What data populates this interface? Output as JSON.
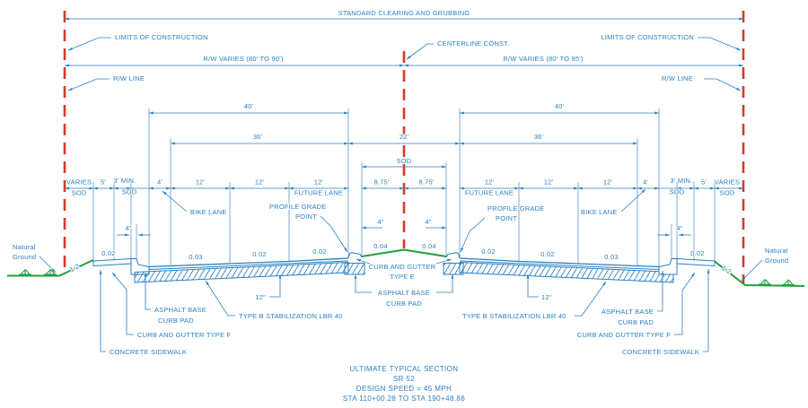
{
  "colors": {
    "line_blue": "#2b80c2",
    "rw_red": "#d63a2a",
    "ground_green": "#1fa03c",
    "background": "#ffffff"
  },
  "top": {
    "clearing": "STANDARD CLEARING AND GRUBBING",
    "limits_left": "LIMITS OF CONSTRUCTION",
    "limits_right": "LIMITS OF CONSTRUCTION",
    "centerline": "CENTERLINE CONST.",
    "rw_varies_left": "R/W VARIES (80' TO 90')",
    "rw_varies_right": "R/W VARIES (80' TO 95')",
    "rw_line_left": "R/W LINE",
    "rw_line_right": "R/W LINE"
  },
  "dims": {
    "forty_left": "40'",
    "forty_right": "40'",
    "thirtysix_left": "36'",
    "thirtysix_right": "36'",
    "twentytwo": "22'",
    "median_sod": "SOD",
    "varies_left": "VARIES",
    "varies_left_sub": "SOD",
    "five_left": "5'",
    "three_min_left": "3' MIN.",
    "three_min_left_sub": "SOD",
    "four_left": "4'",
    "lane_left_1": "12'",
    "lane_left_2": "12'",
    "lane_left_3": "12'",
    "future_lane_left": "FUTURE LANE",
    "half_median_left": "8.75'",
    "half_median_right": "8.75'",
    "future_lane_right": "FUTURE LANE",
    "lane_right_1": "12'",
    "lane_right_2": "12'",
    "lane_right_3": "12'",
    "four_right": "4'",
    "three_min_right": "3' MIN.",
    "three_min_right_sub": "SOD",
    "five_right": "5'",
    "varies_right": "VARIES",
    "varies_right_sub": "SOD",
    "four_in_curb_left": "4\"",
    "four_in_curb_right": "4\"",
    "four_in_median_left": "4\"",
    "four_in_median_right": "4\"",
    "twelve_in_left": "12\"",
    "twelve_in_right": "12\""
  },
  "slopes": {
    "sidewalk_left": "0.02",
    "pavement_left_outer": "0.03",
    "pavement_left_mid": "0.02",
    "pavement_left_inner": "0.02",
    "median_left": "0.04",
    "median_right": "0.04",
    "pavement_right_inner": "0.02",
    "pavement_right_mid": "0.02",
    "pavement_right_outer": "0.03",
    "sidewalk_right": "0.02",
    "tie_left": "1:2",
    "tie_right": "1:2"
  },
  "callouts": {
    "bike_lane_left": "BIKE LANE",
    "bike_lane_right": "BIKE LANE",
    "pgp_left_1": "PROFILE GRADE",
    "pgp_left_2": "POINT",
    "pgp_right_1": "PROFILE GRADE",
    "pgp_right_2": "POINT",
    "natural_left_1": "Natural",
    "natural_left_2": "Ground",
    "natural_right_1": "Natural",
    "natural_right_2": "Ground",
    "curb_e_1": "CURB AND GUTTER",
    "curb_e_2": "TYPE E",
    "median_pad_1": "ASPHALT BASE",
    "median_pad_2": "CURB PAD",
    "pad_left_1": "ASPHALT BASE",
    "pad_left_2": "CURB PAD",
    "pad_right_1": "ASPHALT BASE",
    "pad_right_2": "CURB PAD",
    "stab_left": "TYPE B STABILIZATION LBR 40",
    "stab_right": "TYPE B STABILIZATION LBR 40",
    "curb_f_left": "CURB AND GUTTER TYPE F",
    "curb_f_right": "CURB AND GUTTER TYPE F",
    "sidewalk_left": "CONCRETE SIDEWALK",
    "sidewalk_right": "CONCRETE SIDEWALK"
  },
  "title": {
    "line1": "ULTIMATE TYPICAL SECTION",
    "line2": "SR 52",
    "line3": "DESIGN SPEED = 45 MPH",
    "line4": "STA 110+00.28 TO STA 190+48.86"
  }
}
